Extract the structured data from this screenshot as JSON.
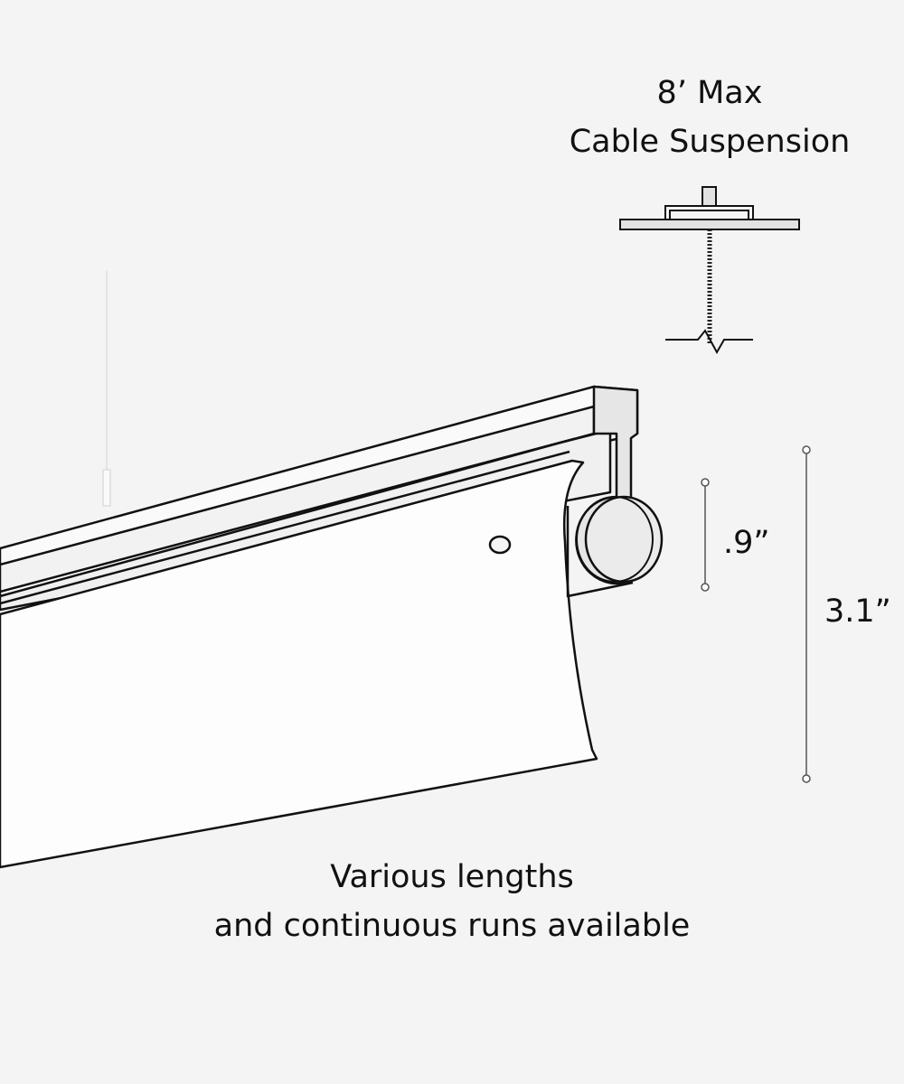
{
  "suspension": {
    "line1": "8’ Max",
    "line2": "Cable Suspension"
  },
  "dimensions": {
    "endcap_height": ".9”",
    "fixture_height": "3.1”"
  },
  "caption": {
    "line1": "Various lengths",
    "line2": "and continuous runs available"
  }
}
